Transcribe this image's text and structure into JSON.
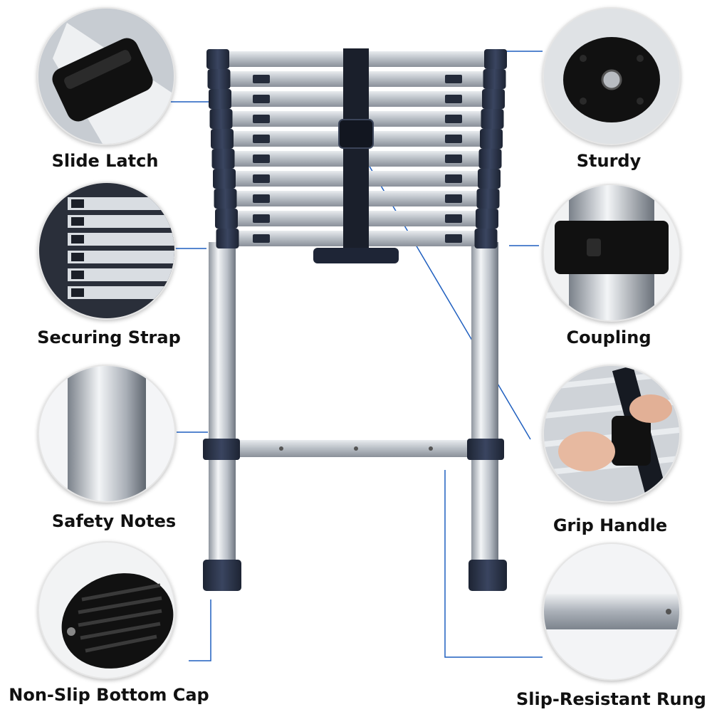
{
  "features": [
    {
      "id": "slide-latch",
      "label": "Slide Latch"
    },
    {
      "id": "securing-strap",
      "label": "Securing Strap"
    },
    {
      "id": "safety-notes",
      "label": "Safety Notes"
    },
    {
      "id": "non-slip-bottom-cap",
      "label": "Non-Slip Bottom Cap"
    },
    {
      "id": "sturdy",
      "label": "Sturdy"
    },
    {
      "id": "coupling",
      "label": "Coupling"
    },
    {
      "id": "grip-handle",
      "label": "Grip Handle"
    },
    {
      "id": "slip-resistant-rung",
      "label": "Slip-Resistant Rung"
    }
  ],
  "colors": {
    "accent": "#1f5fbf",
    "cap": "#2a3346",
    "metal": "#c9ced6"
  }
}
